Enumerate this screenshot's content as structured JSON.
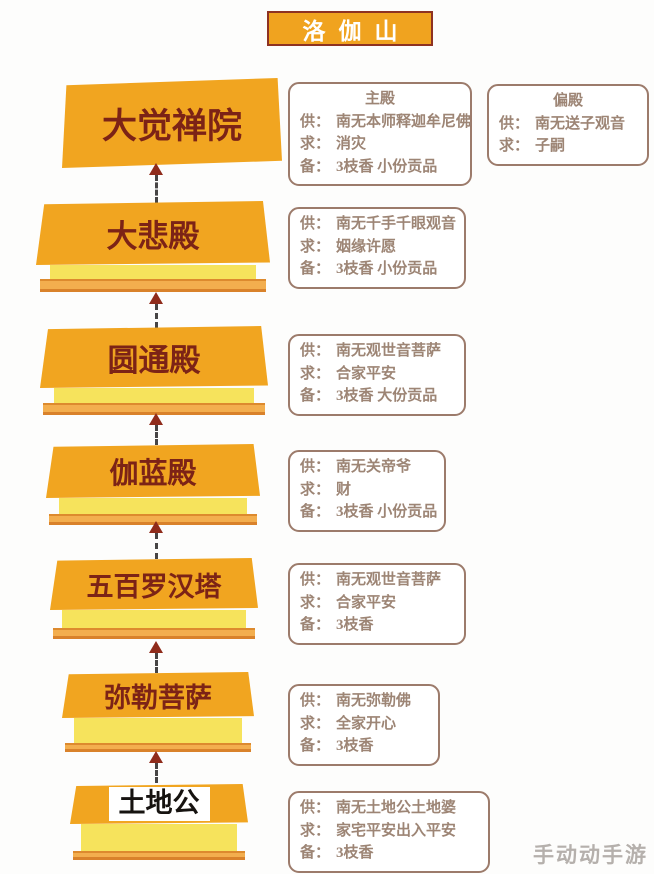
{
  "page": {
    "title": "洛伽山",
    "watermark": "手动动手游"
  },
  "labels": {
    "offer": "供：",
    "pray": "求：",
    "prepare": "备："
  },
  "stations": [
    {
      "name": "大觉禅院"
    },
    {
      "name": "大悲殿"
    },
    {
      "name": "圆通殿"
    },
    {
      "name": "伽蓝殿"
    },
    {
      "name": "五百罗汉塔"
    },
    {
      "name": "弥勒菩萨"
    },
    {
      "name": "土地公"
    }
  ],
  "info_boxes": [
    {
      "heading": "主殿",
      "offer": "南无本师释迦牟尼佛",
      "pray": "消灾",
      "prepare": "3枝香 小份贡品"
    },
    {
      "heading": "偏殿",
      "offer": "南无送子观音",
      "pray": "子嗣"
    },
    {
      "offer": "南无千手千眼观音",
      "pray": "姻缘许愿",
      "prepare": "3枝香 小份贡品"
    },
    {
      "offer": "南无观世音菩萨",
      "pray": "合家平安",
      "prepare": "3枝香 大份贡品"
    },
    {
      "offer": "南无关帝爷",
      "pray": "财",
      "prepare": "3枝香 小份贡品"
    },
    {
      "offer": "南无观世音菩萨",
      "pray": "合家平安",
      "prepare": "3枝香"
    },
    {
      "offer": "南无弥勒佛",
      "pray": "全家开心",
      "prepare": "3枝香"
    },
    {
      "offer": "南无土地公土地婆",
      "pray": "家宅平安出入平安",
      "prepare": "3枝香"
    }
  ],
  "colors": {
    "block_fill": "#f1a520",
    "block_text": "#7c2316",
    "band_fill": "#f6e35c",
    "rim_fill": "#f3ae4e",
    "rim_border": "#d9822b",
    "title_bg": "#f0a31f",
    "title_text": "#ffffff",
    "title_border": "#8e3222",
    "box_border": "#9c7b6b",
    "box_text": "#9d8575",
    "arrow_head": "#8f2b1b",
    "arrow_dash": "#474545",
    "watermark_text": "#b5b0ac"
  }
}
